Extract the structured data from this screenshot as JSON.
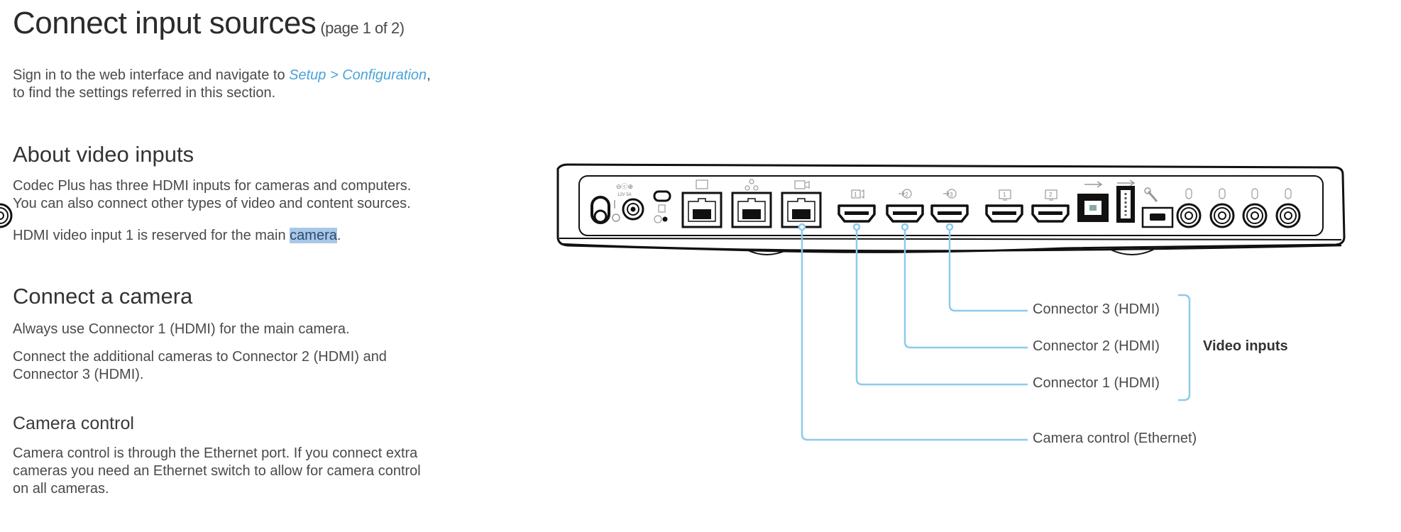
{
  "page": {
    "title": "Connect input sources",
    "page_indicator": "(page 1 of 2)",
    "intro": {
      "text_before": "Sign in to the web interface and navigate to ",
      "link": "Setup > Configuration",
      "text_after": ",",
      "line2": "to find the settings referred in this section."
    },
    "sections": {
      "about": {
        "heading": "About video inputs",
        "p1_line1": "Codec Plus has three HDMI inputs for cameras and computers.",
        "p1_line2": "You can also connect other types of video and content sources.",
        "p2_before": "HDMI video input 1 is reserved for the main ",
        "p2_highlight": "camera",
        "p2_after": "."
      },
      "connect_camera": {
        "heading": "Connect a camera",
        "p1": "Always use Connector 1 (HDMI) for the main camera.",
        "p2_line1": "Connect the additional cameras to Connector 2 (HDMI) and",
        "p2_line2": "Connector 3 (HDMI)."
      },
      "camera_control": {
        "heading": "Camera control",
        "p_line1": "Camera control is through the Ethernet port. If you connect extra",
        "p_line2": "cameras you need an Ethernet switch to allow for camera control",
        "p_line3": "on all cameras."
      }
    }
  },
  "diagram": {
    "device": "Codec Plus rear panel",
    "ports": [
      {
        "name": "power-switch"
      },
      {
        "name": "dc-power-12V",
        "labels": [
          "12V",
          "5A"
        ]
      },
      {
        "name": "security-lock"
      },
      {
        "name": "reset"
      },
      {
        "name": "ethernet-touch"
      },
      {
        "name": "ethernet-network"
      },
      {
        "name": "ethernet-camera"
      },
      {
        "name": "hdmi-in-1",
        "icon": "1"
      },
      {
        "name": "hdmi-in-2",
        "icon": "2"
      },
      {
        "name": "hdmi-in-3",
        "icon": "3"
      },
      {
        "name": "hdmi-out-1",
        "icon": "1"
      },
      {
        "name": "hdmi-out-2",
        "icon": "2"
      },
      {
        "name": "usb-b"
      },
      {
        "name": "usb-a"
      },
      {
        "name": "micro-usb-service"
      },
      {
        "name": "mic-in-1"
      },
      {
        "name": "mic-in-2"
      },
      {
        "name": "mic-in-3"
      },
      {
        "name": "audio-out"
      }
    ],
    "callouts": {
      "connector3": "Connector 3 (HDMI)",
      "connector2": "Connector 2 (HDMI)",
      "connector1": "Connector 1 (HDMI)",
      "camera_control": "Camera control (Ethernet)",
      "group_label": "Video inputs"
    },
    "colors": {
      "leader": "#8ccbea",
      "link": "#4aa3d8",
      "highlight": "#a9c8e8"
    }
  }
}
